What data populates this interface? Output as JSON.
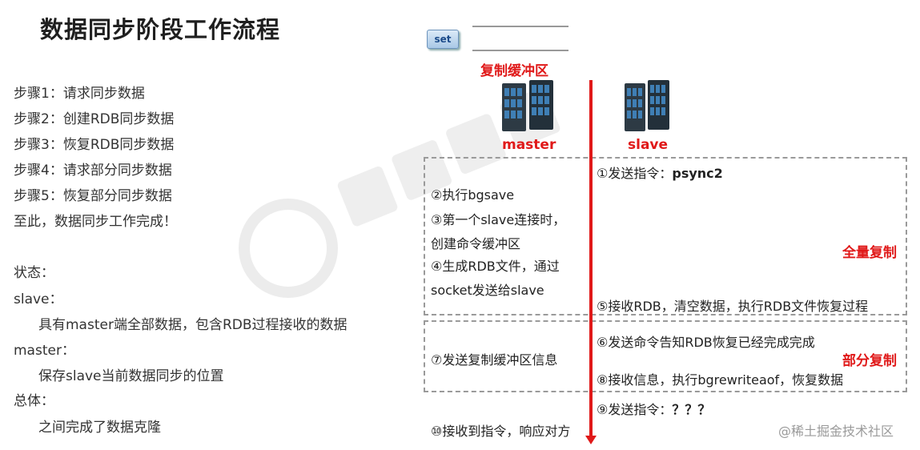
{
  "title": "数据同步阶段工作流程",
  "steps": [
    "步骤1：请求同步数据",
    "步骤2：创建RDB同步数据",
    "步骤3：恢复RDB同步数据",
    "步骤4：请求部分同步数据",
    "步骤5：恢复部分同步数据",
    "至此，数据同步工作完成！"
  ],
  "status": {
    "heading": "状态：",
    "slave_label": "slave：",
    "slave_desc": "具有master端全部数据，包含RDB过程接收的数据",
    "master_label": "master：",
    "master_desc": "保存slave当前数据同步的位置",
    "overall_label": "总体：",
    "overall_desc": "之间完成了数据克隆"
  },
  "diagram": {
    "set_label": "set",
    "buffer_label": "复制缓冲区",
    "master_label": "master",
    "slave_label": "slave",
    "full_copy_label": "全量复制",
    "partial_copy_label": "部分复制",
    "s1_prefix": "①发送指令：",
    "s1_cmd": "psync2",
    "s2": "②执行bgsave",
    "s3a": "③第一个slave连接时，",
    "s3b": "创建命令缓冲区",
    "s4a": "④生成RDB文件，通过",
    "s4b": "socket发送给slave",
    "s5": "⑤接收RDB，清空数据，执行RDB文件恢复过程",
    "s6": "⑥发送命令告知RDB恢复已经完成完成",
    "s7": "⑦发送复制缓冲区信息",
    "s8": "⑧接收信息，执行bgrewriteaof，恢复数据",
    "s9_prefix": "⑨发送指令：",
    "s9_cmd": "？？？",
    "s10": "⑩接收到指令，响应对方",
    "timeline_color": "#e01919"
  },
  "credit": "@稀土掘金技术社区"
}
